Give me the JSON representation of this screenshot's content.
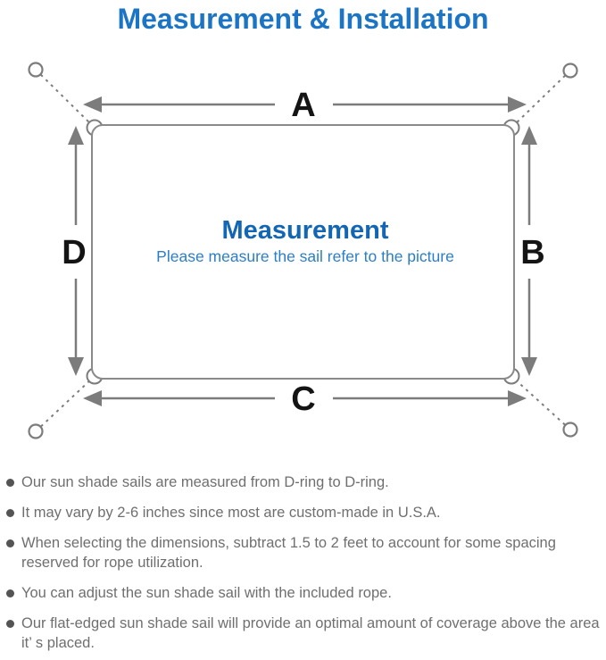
{
  "title": "Measurement & Installation",
  "diagram": {
    "labels": {
      "top": "A",
      "right": "B",
      "bottom": "C",
      "left": "D"
    },
    "center_title": "Measurement",
    "center_subtitle": "Please measure the sail refer to the picture"
  },
  "notes": [
    "Our sun shade sails are measured from D-ring to D-ring.",
    "It may vary by 2-6 inches since most are custom-made in U.S.A.",
    "When selecting the dimensions, subtract 1.5 to 2 feet to account for some spacing reserved for rope utilization.",
    "You can adjust the sun shade sail with the included rope.",
    "Our flat-edged sun shade sail will provide an optimal amount of coverage above the area it’ s placed."
  ],
  "colors": {
    "title_blue": "#1b74c4",
    "center_heading_blue": "#1266b4",
    "center_subtitle_blue": "#2b7ec7",
    "line_gray": "#7c7c7c",
    "rect_stroke_gray": "#8a8a8a",
    "dimension_label_black": "#141414",
    "note_text_gray": "#6f6f6f",
    "bullet_dot_gray": "#545454"
  }
}
